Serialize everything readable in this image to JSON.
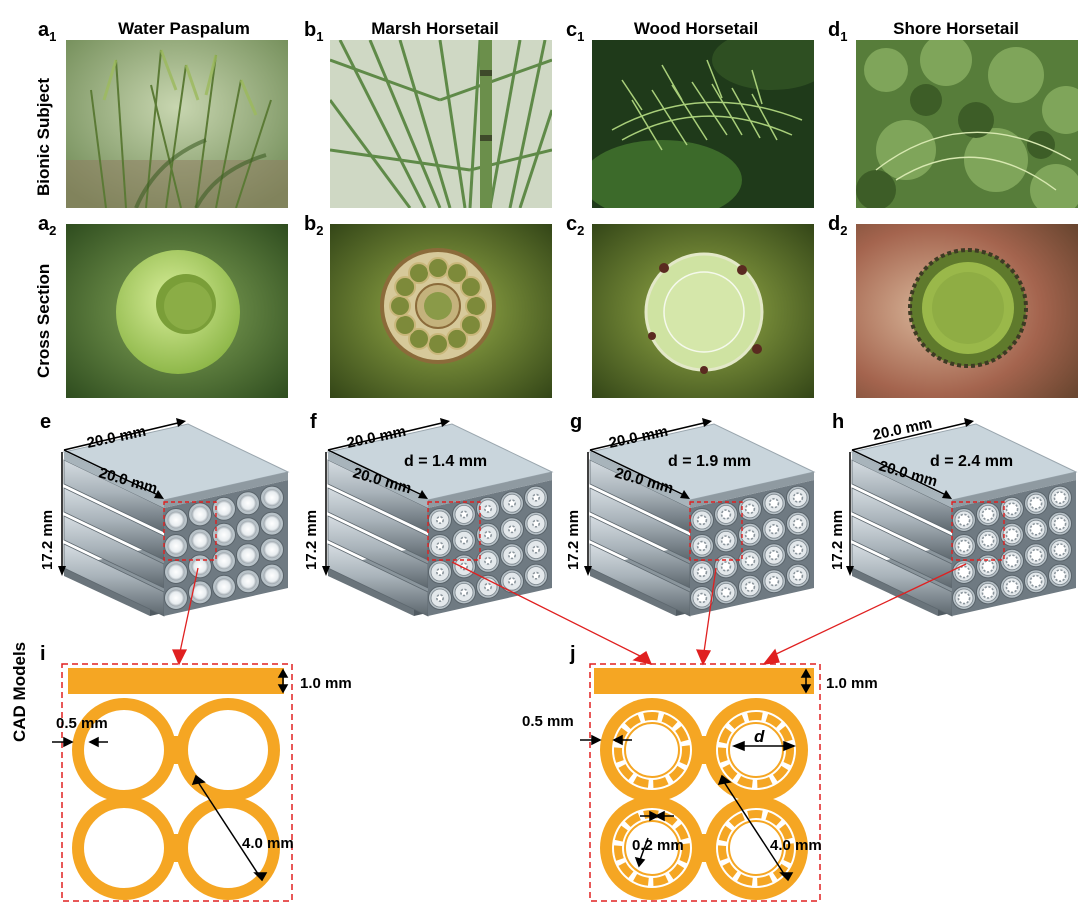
{
  "titles": {
    "a": "Water Paspalum",
    "b": "Marsh Horsetail",
    "c": "Wood Horsetail",
    "d": "Shore Horsetail"
  },
  "row_labels": {
    "bionic": "Bionic Subject",
    "cross": "Cross Section",
    "cad": "CAD Models"
  },
  "panel_letters": {
    "a1": "a",
    "b1": "b",
    "c1": "c",
    "d1": "d",
    "a2": "a",
    "b2": "b",
    "c2": "c",
    "d2": "d",
    "sub1": "1",
    "sub2": "2",
    "e": "e",
    "f": "f",
    "g": "g",
    "h": "h",
    "i": "i",
    "j": "j"
  },
  "cad": {
    "dim_w": "20.0 mm",
    "dim_d": "20.0 mm",
    "dim_h": "17.2 mm",
    "d_f": "d = 1.4 mm",
    "d_g": "d = 1.9 mm",
    "d_h": "d = 2.4 mm"
  },
  "detail": {
    "plate": "1.0 mm",
    "wall": "0.5 mm",
    "diameter": "4.0 mm",
    "inner": "0.2 mm",
    "d": "d"
  },
  "colors": {
    "orange": "#f5a623",
    "steel": "#9aa6ae",
    "top": "#c9d5dc",
    "red": "#e02020"
  }
}
